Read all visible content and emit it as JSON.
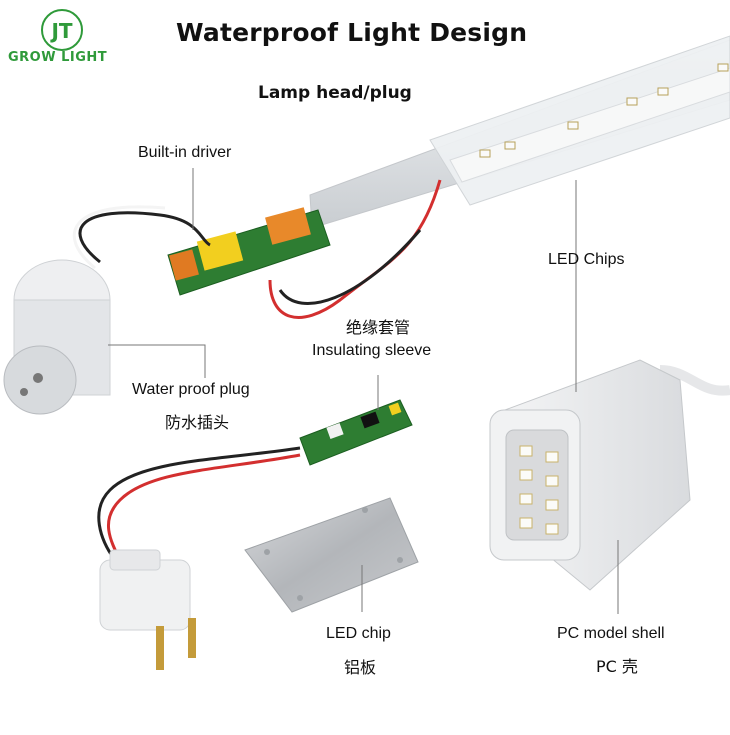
{
  "brand": {
    "logo_text": "JT",
    "name": "GROW LIGHT",
    "color": "#2f9a3a"
  },
  "title": "Waterproof Light Design",
  "subtitle": "Lamp head/plug",
  "labels": {
    "built_in_driver": "Built-in driver",
    "insulating_sleeve_cn": "绝缘套管",
    "insulating_sleeve": "Insulating sleeve",
    "water_proof_plug": "Water proof plug",
    "water_proof_plug_cn": "防水插头",
    "led_chips": "LED Chips",
    "led_chip": "LED chip",
    "led_chip_cn": "铝板",
    "pc_model_shell": "PC model shell",
    "pc_model_shell_cn": "PC 壳"
  },
  "colors": {
    "pcb_green": "#2e7d32",
    "wire_red": "#d32f2f",
    "wire_black": "#222222",
    "shell": "#e9eaec",
    "aluminum": "#b9bcc0"
  }
}
